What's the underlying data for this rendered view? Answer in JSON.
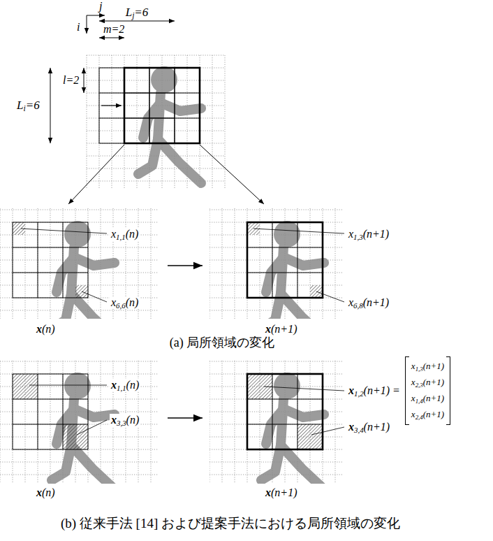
{
  "diagram": {
    "labels": [
      "j",
      "Lj=6",
      "i",
      "m=2",
      "l=2",
      "Li=6",
      "x1,1(n)",
      "x1,3(n+1)",
      "x6,6(n)",
      "x6,8(n+1)",
      "x(n)",
      "x(n+1)",
      "(a) 局所領域の変化",
      "x1,1(n)",
      "x1,2(n+1) =",
      "x1,3(n+1)",
      "x2,3(n+1)",
      "x1,4(n+1)",
      "x2,4(n+1)",
      "x3,3(n)",
      "x3,4(n+1)",
      "x(n)",
      "x(n+1)",
      "(b) 従来手法 [14] および提案手法における局所領域の変化"
    ]
  }
}
